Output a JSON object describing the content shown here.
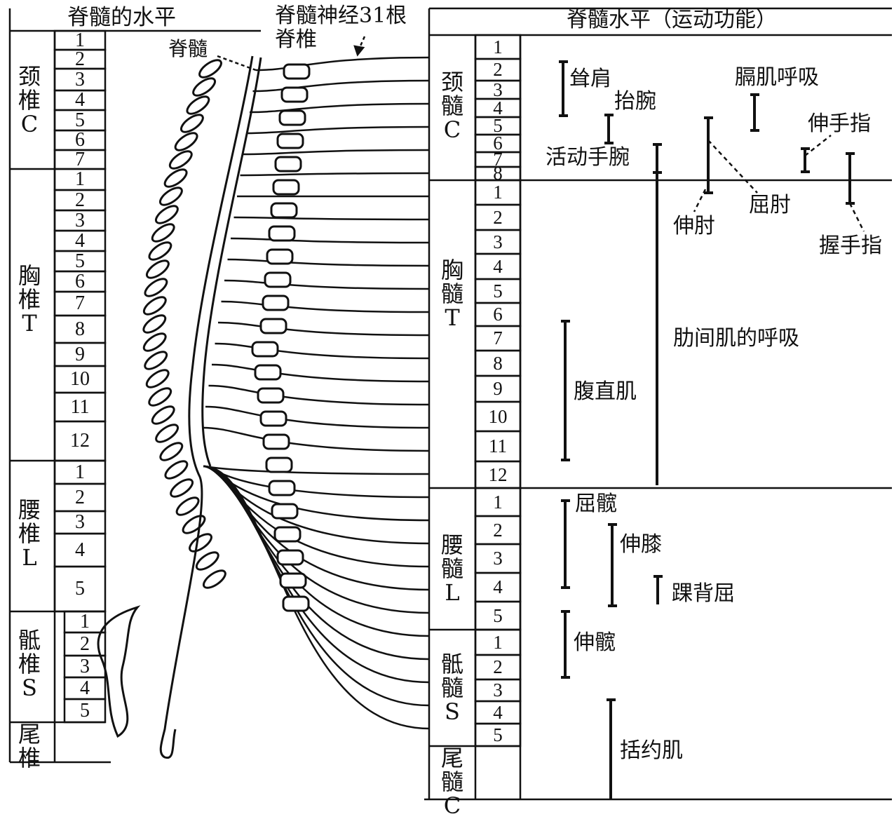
{
  "left_header": "脊髓的水平",
  "nerves_label": "脊髓神经31根",
  "vertebra_label": "脊椎",
  "spinal_cord_label": "脊髓",
  "right_header": "脊髓水平（运动功能）",
  "left_regions": [
    {
      "label": "颈\n椎\nC",
      "segments": [
        "1",
        "2",
        "3",
        "4",
        "5",
        "6",
        "7"
      ]
    },
    {
      "label": "胸\n椎\nT",
      "segments": [
        "1",
        "2",
        "3",
        "4",
        "5",
        "6",
        "7",
        "8",
        "9",
        "10",
        "11",
        "12"
      ]
    },
    {
      "label": "腰\n椎\nL",
      "segments": [
        "1",
        "2",
        "3",
        "4",
        "5"
      ]
    },
    {
      "label": "骶\n椎\nS",
      "segments": [
        "1",
        "2",
        "3",
        "4",
        "5"
      ]
    },
    {
      "label": "尾\n椎",
      "segments": []
    }
  ],
  "right_regions": [
    {
      "label": "颈\n髓\nC",
      "segments": [
        "1",
        "2",
        "3",
        "4",
        "5",
        "6",
        "7",
        "8"
      ]
    },
    {
      "label": "胸\n髓\nT",
      "segments": [
        "1",
        "2",
        "3",
        "4",
        "5",
        "6",
        "7",
        "8",
        "9",
        "10",
        "11",
        "12"
      ]
    },
    {
      "label": "腰\n髓\nL",
      "segments": [
        "1",
        "2",
        "3",
        "4",
        "5"
      ]
    },
    {
      "label": "骶\n髓\nS",
      "segments": [
        "1",
        "2",
        "3",
        "4",
        "5"
      ]
    },
    {
      "label": "尾\n髓\nC",
      "segments": []
    }
  ],
  "functions": {
    "shrug": "耸肩",
    "raise_wrist": "抬腕",
    "wrist_move": "活动手腕",
    "diaphragm": "膈肌呼吸",
    "finger_extend": "伸手指",
    "elbow_flex": "屈肘",
    "elbow_extend": "伸肘",
    "grip": "握手指",
    "intercostal": "肋间肌的呼吸",
    "rectus": "腹直肌",
    "hip_flex": "屈髋",
    "knee_extend": "伸膝",
    "ankle_dorsi": "踝背屈",
    "hip_extend": "伸髋",
    "sphincter": "括约肌"
  }
}
